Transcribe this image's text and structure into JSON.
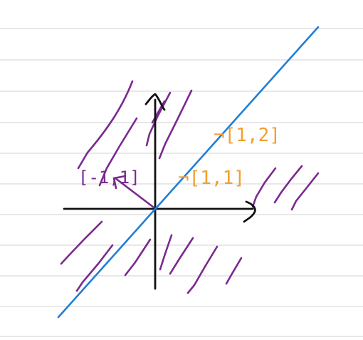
{
  "notes": {
    "kind": "handwritten sketch on ruled paper",
    "background_color": "#ffffff",
    "rule_line_color": "#d9d9dd"
  },
  "colors": {
    "axis": "#111111",
    "line": "#1f7fd6",
    "hatch": "#7a2a8f",
    "vector": "#7a2a8f",
    "label_orange": "#f0a030"
  },
  "labels": {
    "vector_label": "[-1,1]",
    "upper_label": "¬[1,2]",
    "lower_label": "¬[1,1]"
  }
}
